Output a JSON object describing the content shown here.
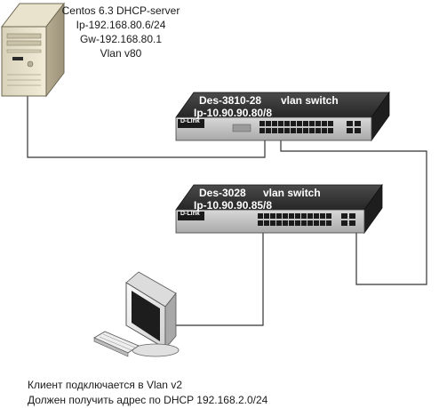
{
  "server": {
    "lines": [
      "Centos 6.3 DHCP-server",
      "Ip-192.168.80.6/24",
      "Gw-192.168.80.1",
      "Vlan v80"
    ]
  },
  "switch1": {
    "model": "Des-3810-28",
    "role": "vlan switch",
    "ip": "Ip-10.90.90.80/8",
    "brand": "D-Link"
  },
  "switch2": {
    "model": "Des-3028",
    "role": "vlan switch",
    "ip": "Ip-10.90.90.85/8",
    "brand": "D-Link"
  },
  "client": {
    "lines": [
      "Клиент подключается в Vlan v2",
      "Должен получить адрес по DHCP 192.168.2.0/24"
    ]
  },
  "colors": {
    "switch_body": "#2b2b2b",
    "cable": "#333333",
    "server_body": "#e8e0c8"
  }
}
